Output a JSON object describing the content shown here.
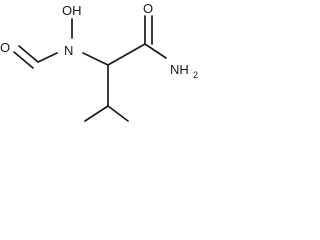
{
  "molecule": {
    "atoms": {
      "formyl_oxygen": "O",
      "hydroxyl": "OH",
      "nitrogen": "N",
      "carbonyl_oxygen": "O",
      "amide_nitrogen": "NH",
      "amide_subscript": "2"
    },
    "colors": {
      "ink": "#1a1a1a",
      "background": "#ffffff"
    }
  }
}
